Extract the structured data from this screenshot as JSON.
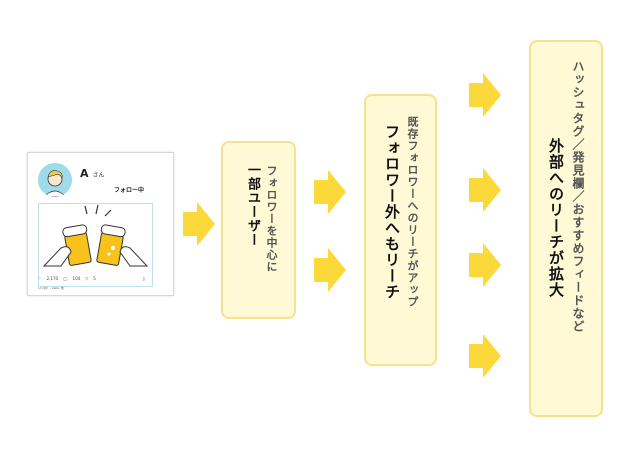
{
  "post": {
    "username": "A",
    "honorific": "さん",
    "follow_status": "フォロー中",
    "like_count": "2,170",
    "comment_count": "104",
    "share_count": "5",
    "likes_text": "いいね！: kaiki, 他"
  },
  "boxes": [
    {
      "line1": "フォロワーを中心に",
      "line2": "一部ユーザー"
    },
    {
      "line1": "既存フォロワーへのリーチがアップ",
      "line2": "フォロワー外へもリーチ"
    },
    {
      "line1": "ハッシュタグ／発見欄／おすすめフィードなど",
      "line2": "外部へのリーチが拡大"
    }
  ],
  "colors": {
    "arrow": "#fcd93a",
    "box_fill": "#fff9d6",
    "box_border": "#f7e18c"
  }
}
